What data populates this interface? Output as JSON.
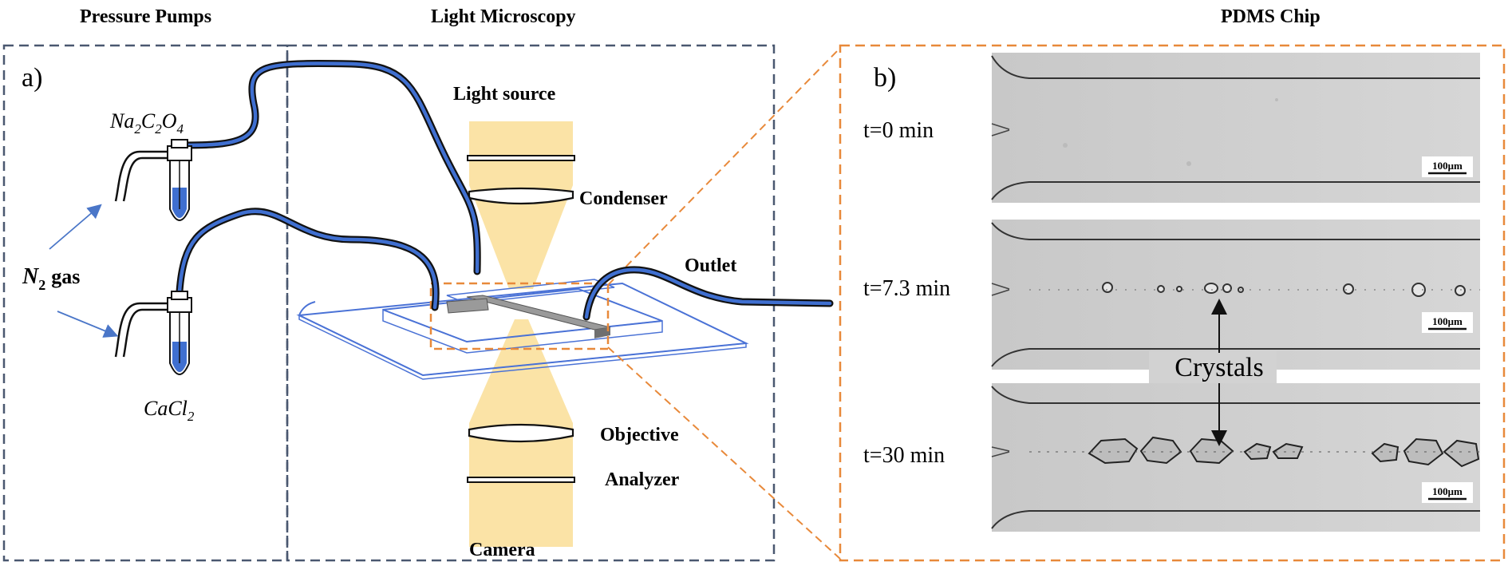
{
  "headings": {
    "pressure_pumps": "Pressure Pumps",
    "light_microscopy": "Light Microscopy",
    "pdms_chip": "PDMS Chip"
  },
  "panel_labels": {
    "a": "a)",
    "b": "b)"
  },
  "reagents": {
    "top_formula": "Na2C2O4",
    "bottom_formula": "CaCl2"
  },
  "gas": {
    "symbol": "N",
    "subscript": "2",
    "word": "gas"
  },
  "optics": {
    "light_source": "Light source",
    "condenser": "Condenser",
    "outlet": "Outlet",
    "objective": "Objective",
    "analyzer": "Analyzer",
    "camera": "Camera"
  },
  "micrographs": [
    {
      "time_label": "t=0 min",
      "scale_bar": "100μm"
    },
    {
      "time_label": "t=7.3 min",
      "scale_bar": "100μm"
    },
    {
      "time_label": "t=30 min",
      "scale_bar": "100μm"
    }
  ],
  "crystals_label": "Crystals",
  "colors": {
    "pump_box": "#4a5870",
    "chip_box": "#e8893a",
    "tubing": "#3f6fd0",
    "chip_outline": "#4a72d6",
    "light_beam": "#fbe3a6",
    "arrow_blue": "#4a76c8",
    "micrograph_bg": "#cfcfcf"
  }
}
